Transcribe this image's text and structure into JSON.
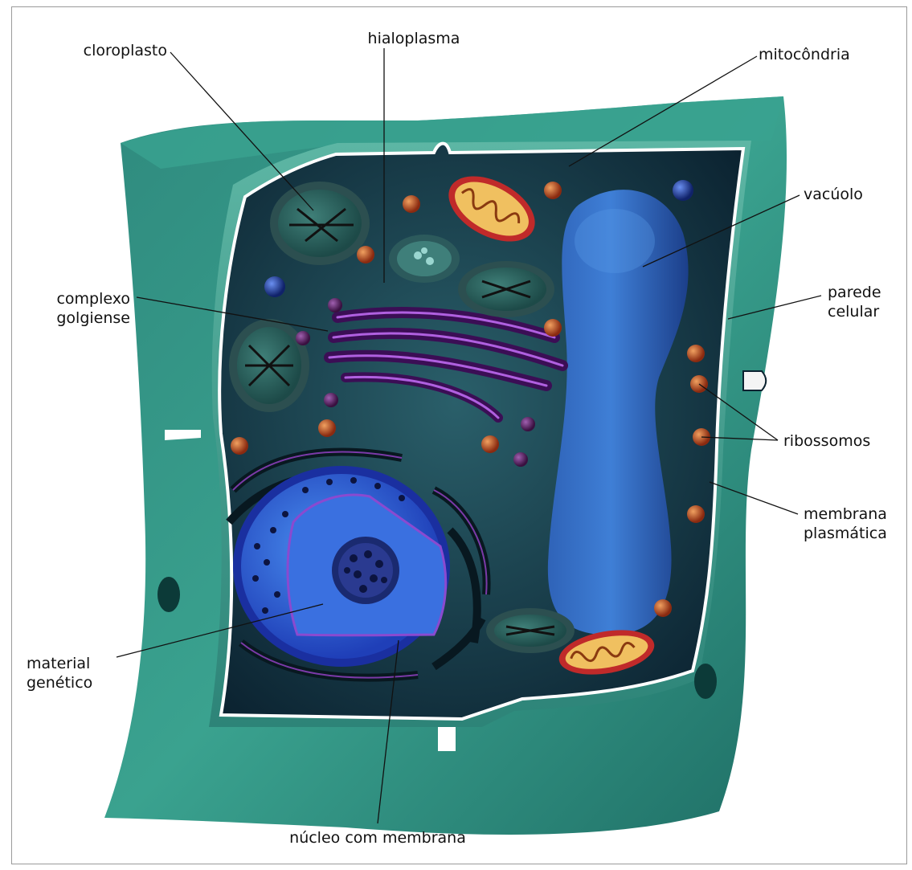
{
  "labels": {
    "cloroplasto": "cloroplasto",
    "hialoplasma": "hialoplasma",
    "mitocondria": "mitocôndria",
    "vacuolo": "vacúolo",
    "complexo_golgiense": [
      "complexo",
      "golgiense"
    ],
    "parede_celular": [
      "parede",
      "celular"
    ],
    "ribossomos": "ribossomos",
    "membrana_plasmatica": [
      "membrana",
      "plasmática"
    ],
    "material_genetico": [
      "material",
      "genético"
    ],
    "nucleo_com_membrana": "núcleo com membrana"
  }
}
